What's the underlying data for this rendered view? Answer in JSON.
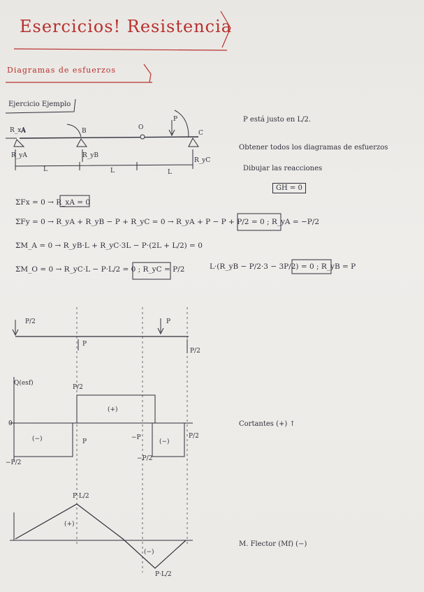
{
  "title": "Esercicios! Resistencia",
  "section": "Diagramas de esfuerzos",
  "example_label": "Ejercicio Ejemplo",
  "notes": {
    "p_position": "P está justo en L/2.",
    "obtain": "Obtener todos los diagramas de esfuerzos",
    "draw": "Dibujar las reacciones",
    "gh": "GH = 0"
  },
  "beam": {
    "points": [
      "A",
      "B",
      "O",
      "C"
    ],
    "load": "P",
    "reactions": [
      "R_xA",
      "R_yA",
      "R_yB",
      "R_yC"
    ],
    "spans": [
      "L",
      "L",
      "L"
    ]
  },
  "equations": [
    "ΣFx = 0 → R_xA = 0",
    "ΣFy = 0 → R_yA + R_yB − P + R_yC = 0 → R_yA + P − P + P/2 = 0 ; R_yA = −P/2",
    "ΣM_A = 0 → R_yB·L + R_yC·3L − P·(2L + L/2) = 0",
    "ΣM_O = 0 → R_yC·L − P·L/2 = 0 ; R_yC = P/2",
    "L·(R_yB − P/2·3 − 3P/2) = 0 ; R_yB = P"
  ],
  "free_body": {
    "left": "P/2",
    "mid": "P",
    "load": "P",
    "right": "P/2"
  },
  "shear": {
    "axis": "Q(esf)",
    "top": "P/2",
    "neg_left": "−P/2",
    "zero": "0",
    "mid_pos": "(+)",
    "left_neg": "(−)",
    "right_neg": "(−)",
    "jump_P": "P",
    "jump_neg": "−P",
    "neg_right": "−P/2",
    "right_val": "P/2",
    "note": "Cortantes (+) ↑"
  },
  "moment": {
    "top": "P·L/2",
    "bottom": "P·L/2",
    "pos": "(+)",
    "neg": "(−)",
    "note": "M. Flector (Mf) (−)"
  },
  "colors": {
    "ink": "#2d2f3a",
    "red": "#b8302e",
    "paper": "#ecebe7"
  }
}
